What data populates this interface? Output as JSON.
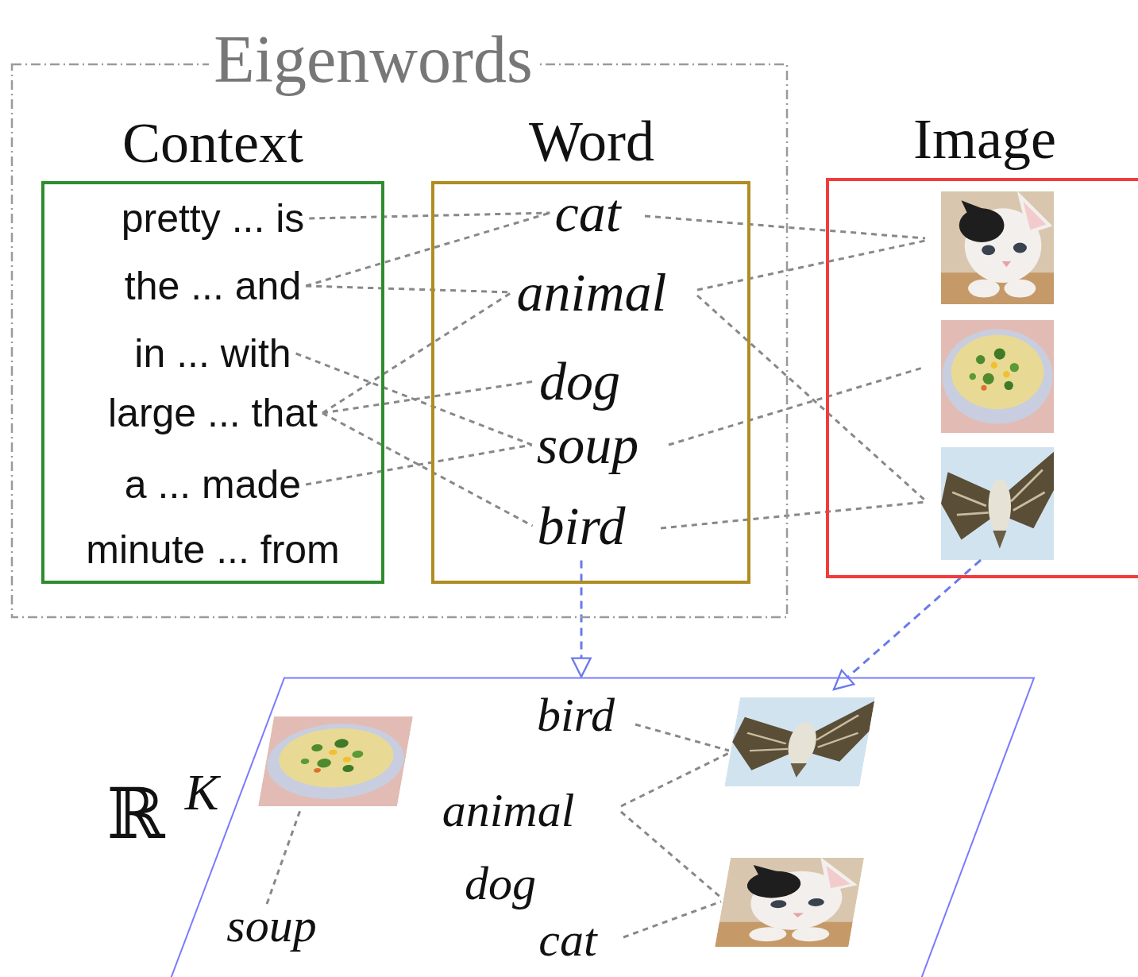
{
  "diagram": {
    "nodes": [
      {
        "text": [
          "Eigenwords"
        ]
      },
      {
        "text": [
          "Context"
        ],
        "in": 0
      },
      {
        "text": [
          "pretty ... is"
        ],
        "in": 1
      },
      {
        "text": [
          "the ... and"
        ],
        "in": 1
      },
      {
        "text": [
          "in ... with"
        ],
        "in": 1
      },
      {
        "text": [
          "large ... that"
        ],
        "in": 1
      },
      {
        "text": [
          "a ... made"
        ],
        "in": 1
      },
      {
        "text": [
          "minute ... from"
        ],
        "in": 1
      },
      {
        "text": [
          "Word"
        ],
        "in": 0
      },
      {
        "text": [
          "cat"
        ],
        "in": 8
      },
      {
        "text": [
          "animal"
        ],
        "in": 8
      },
      {
        "text": [
          "dog"
        ],
        "in": 8
      },
      {
        "text": [
          "soup"
        ],
        "in": 8
      },
      {
        "text": [
          "bird"
        ],
        "in": 8
      },
      {
        "text": [
          "Image"
        ]
      },
      {
        "text": [
          "ℝ",
          "K"
        ]
      },
      {
        "text": [
          "bird"
        ],
        "in": 15
      },
      {
        "text": [
          "animal"
        ],
        "in": 15
      },
      {
        "text": [
          "dog"
        ],
        "in": 15
      },
      {
        "text": [
          "soup"
        ],
        "in": 15
      },
      {
        "text": [
          "cat"
        ],
        "in": 15
      }
    ],
    "edges": [
      {
        "from": 2,
        "to": 9,
        "arrow": "none"
      },
      {
        "from": 3,
        "to": 9,
        "arrow": "none"
      },
      {
        "from": 3,
        "to": 10,
        "arrow": "none"
      },
      {
        "from": 4,
        "to": 12,
        "arrow": "none"
      },
      {
        "from": 5,
        "to": 10,
        "arrow": "none"
      },
      {
        "from": 5,
        "to": 11,
        "arrow": "none"
      },
      {
        "from": 5,
        "to": 13,
        "arrow": "none"
      },
      {
        "from": 6,
        "to": 12,
        "arrow": "none"
      },
      {
        "from": 13,
        "to": 15,
        "arrow": "to"
      }
    ]
  }
}
